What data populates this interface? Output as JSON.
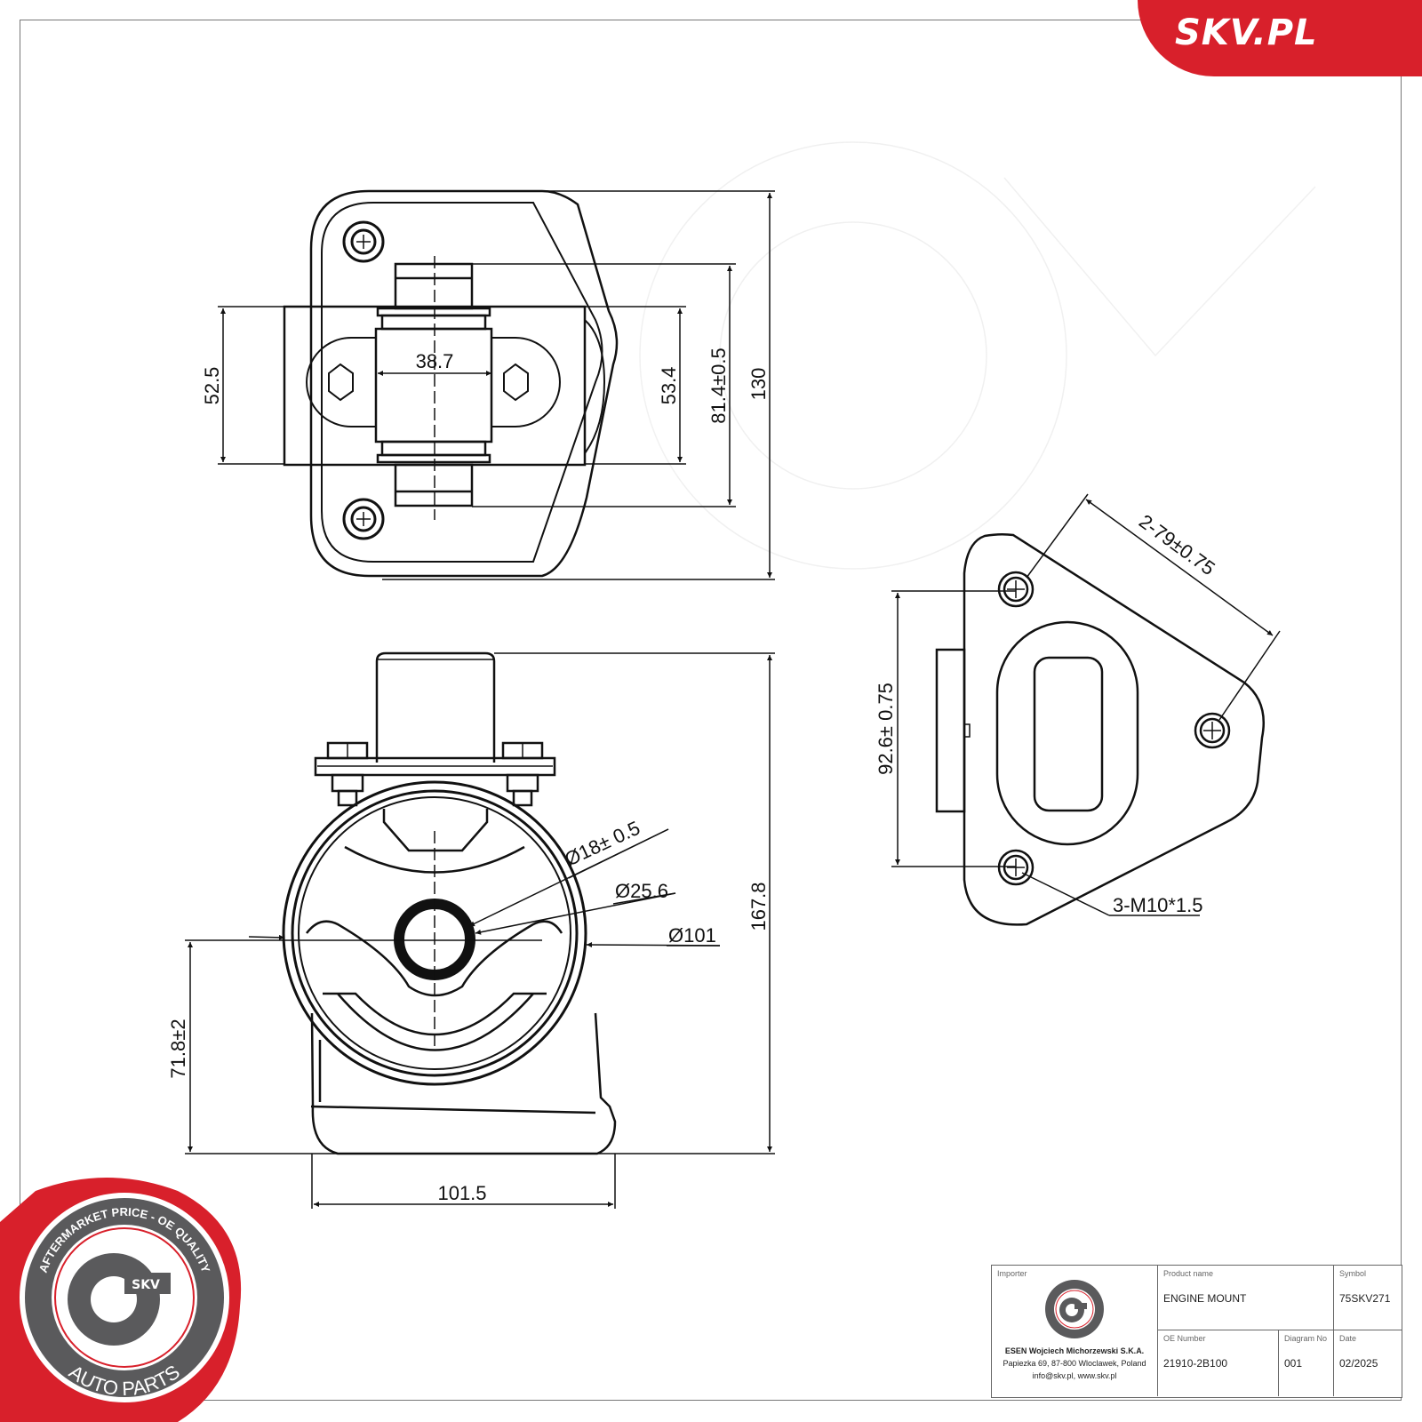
{
  "brand": {
    "site_label": "SKV.PL",
    "accent_red": "#d8202b",
    "badge": {
      "ring_top_text": "AFTERMARKET PRICE - OE QUALITY",
      "ring_bottom_text": "AUTO PARTS",
      "center_text": "SKV",
      "gray": "#5a5a5c"
    }
  },
  "top_view": {
    "dimensions": {
      "width_center": "38.7",
      "left_height": "52.5",
      "inner_height": "53.4",
      "stud_span": "81.4±0.5",
      "overall_height": "130"
    }
  },
  "front_view": {
    "dimensions": {
      "bore": "Ø18± 0.5",
      "bushing_od": "Ø25.6",
      "body_diameter": "Ø101",
      "overall_height": "167.8",
      "center_height": "71.8±2",
      "base_width": "101.5"
    }
  },
  "side_view": {
    "dimensions": {
      "hole_spacing_diag": "2-79±0.75",
      "hole_spacing_vert": "92.6± 0.75",
      "thread": "3-M10*1.5"
    }
  },
  "title_block": {
    "importer_label": "Importer",
    "importer_name": "ESEN Wojciech Michorzewski S.K.A.",
    "importer_address": "Papiezka 69, 87-800 Wloclawek, Poland",
    "importer_contact": "info@skv.pl, www.skv.pl",
    "product_name_label": "Product name",
    "product_name": "ENGINE MOUNT",
    "symbol_label": "Symbol",
    "symbol": "75SKV271",
    "oe_number_label": "OE Number",
    "oe_number": "21910-2B100",
    "diagram_no_label": "Diagram No",
    "diagram_no": "001",
    "date_label": "Date",
    "date": "02/2025"
  }
}
